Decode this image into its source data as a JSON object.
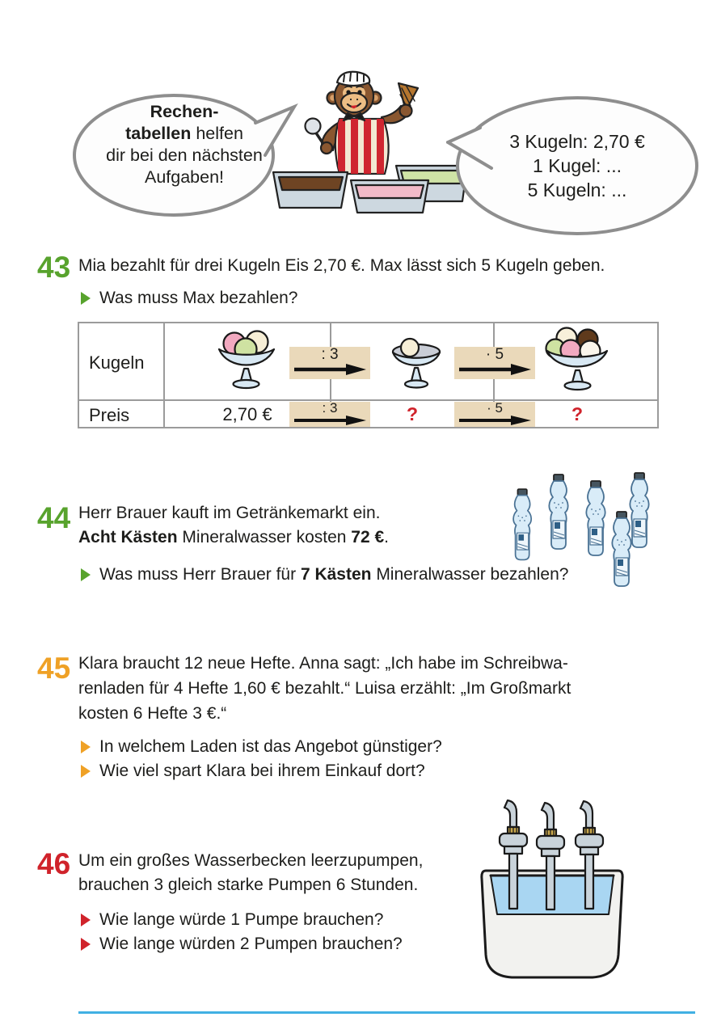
{
  "bubbles": {
    "left": {
      "bold1": "Rechen-",
      "bold2": "tabellen",
      "rest2": " helfen",
      "line3": "dir bei den nächsten",
      "line4": "Aufgaben!"
    },
    "right": {
      "lines": [
        "3 Kugeln: 2,70 €",
        "1 Kugel: ...",
        "5 Kugeln: ..."
      ]
    }
  },
  "ex43": {
    "number": "43",
    "text": "Mia bezahlt für drei Kugeln Eis 2,70 €. Max lässt sich 5 Kugeln geben.",
    "bullet1": "Was muss Max bezahlen?"
  },
  "table": {
    "label_row1": "Kugeln",
    "label_row2": "Preis",
    "price1": "2,70 €",
    "op_div": ": 3",
    "op_mul": "· 5",
    "q1": "?",
    "q2": "?"
  },
  "ex44": {
    "number": "44",
    "line1": "Herr Brauer kauft im Getränkemarkt ein.",
    "line2_bold1": "Acht Kästen",
    "line2_mid": " Mineralwasser kosten ",
    "line2_bold2": "72 €",
    "line2_end": ".",
    "bullet1_pre": "Was muss Herr Brauer für ",
    "bullet1_bold": "7 Kästen",
    "bullet1_post": " Mineralwasser bezahlen?"
  },
  "ex45": {
    "number": "45",
    "line1": "Klara braucht 12 neue Hefte. Anna sagt: „Ich habe im Schreibwa-",
    "line2": "renladen für 4 Hefte 1,60 € bezahlt.“ Luisa erzählt: „Im Großmarkt",
    "line3": "kosten 6 Hefte 3 €.“",
    "bullet1": "In welchem Laden ist das Angebot günstiger?",
    "bullet2": "Wie viel spart Klara bei ihrem Einkauf dort?"
  },
  "ex46": {
    "number": "46",
    "line1": "Um ein großes Wasserbecken leerzupumpen,",
    "line2": "brauchen 3 gleich starke Pumpen 6 Stunden.",
    "bullet1": "Wie lange würde 1 Pumpe brauchen?",
    "bullet2": "Wie lange würden 2 Pumpen brauchen?"
  },
  "colors": {
    "exercise_green": "#58a32d",
    "exercise_orange": "#efa126",
    "exercise_red": "#d0232b",
    "arrow_box_tan": "#ead9ba",
    "table_border_gray": "#9b9b9b",
    "question_mark_red": "#d0232b",
    "footer_rule_blue": "#41b0e3"
  }
}
